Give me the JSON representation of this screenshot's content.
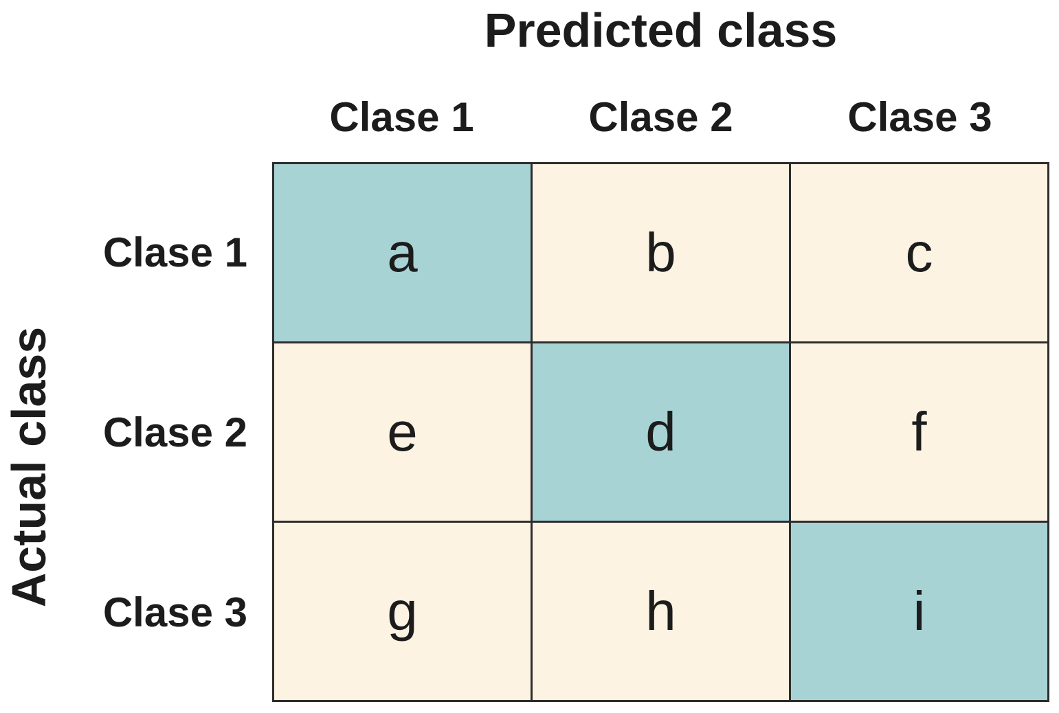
{
  "matrix": {
    "x_axis_title": "Predicted class",
    "y_axis_title": "Actual class",
    "col_headers": [
      "Clase 1",
      "Clase 2",
      "Clase 3"
    ],
    "row_headers": [
      "Clase 1",
      "Clase 2",
      "Clase 3"
    ],
    "cells": [
      [
        "a",
        "b",
        "c"
      ],
      [
        "e",
        "d",
        "f"
      ],
      [
        "g",
        "h",
        "i"
      ]
    ],
    "colors": {
      "diagonal": "#a8d3d5",
      "off_diagonal": "#fdf3e3",
      "border": "#2d2d2d",
      "text": "#1c1c1c",
      "background": "#ffffff"
    }
  },
  "chart_data": {
    "type": "heatmap",
    "title": "Predicted class",
    "xlabel": "Predicted class",
    "ylabel": "Actual class",
    "x_categories": [
      "Clase 1",
      "Clase 2",
      "Clase 3"
    ],
    "y_categories": [
      "Clase 1",
      "Clase 2",
      "Clase 3"
    ],
    "values": [
      [
        "a",
        "b",
        "c"
      ],
      [
        "e",
        "d",
        "f"
      ],
      [
        "g",
        "h",
        "i"
      ]
    ],
    "highlighted_cells": [
      [
        0,
        0
      ],
      [
        1,
        1
      ],
      [
        2,
        2
      ]
    ],
    "legend_position": "none",
    "grid": true
  }
}
